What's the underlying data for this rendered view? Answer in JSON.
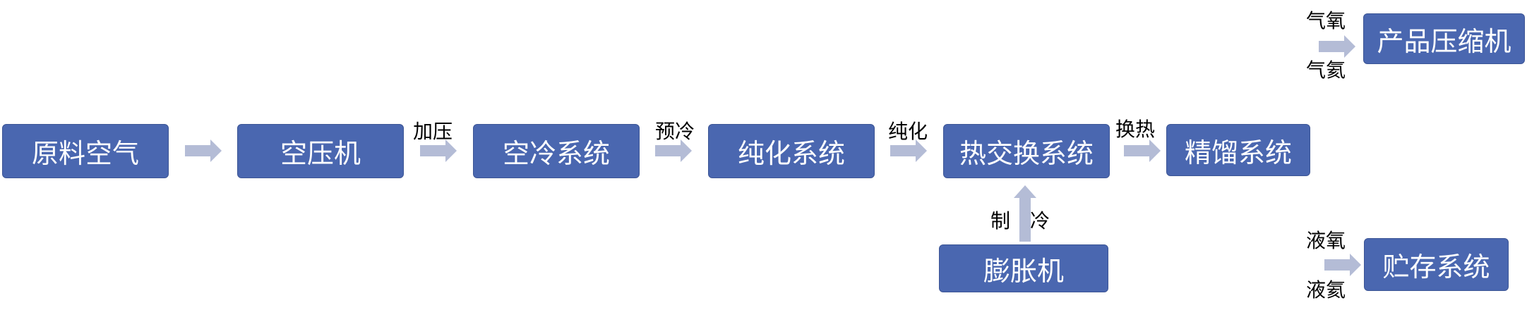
{
  "colors": {
    "box": "#4a67b0",
    "arrow": "#b4bcd6",
    "box_text": "#ffffff",
    "label_text": "#000000"
  },
  "nodes": {
    "raw_air": "原料空气",
    "air_compressor": "空压机",
    "air_cooling": "空冷系统",
    "purification": "纯化系统",
    "heat_exchange": "热交换系统",
    "rectification": "精馏系统",
    "expander": "膨胀机",
    "product_compressor": "产品压缩机",
    "storage": "贮存系统"
  },
  "edge_labels": {
    "pressurize": "加压",
    "precool": "预冷",
    "purify": "纯化",
    "heat_exchange": "换热",
    "refrigeration_left": "制",
    "refrigeration_right": "冷",
    "gas_oxygen": "气氧",
    "gas_argon": "气氦",
    "liquid_oxygen": "液氧",
    "liquid_argon": "液氦"
  }
}
